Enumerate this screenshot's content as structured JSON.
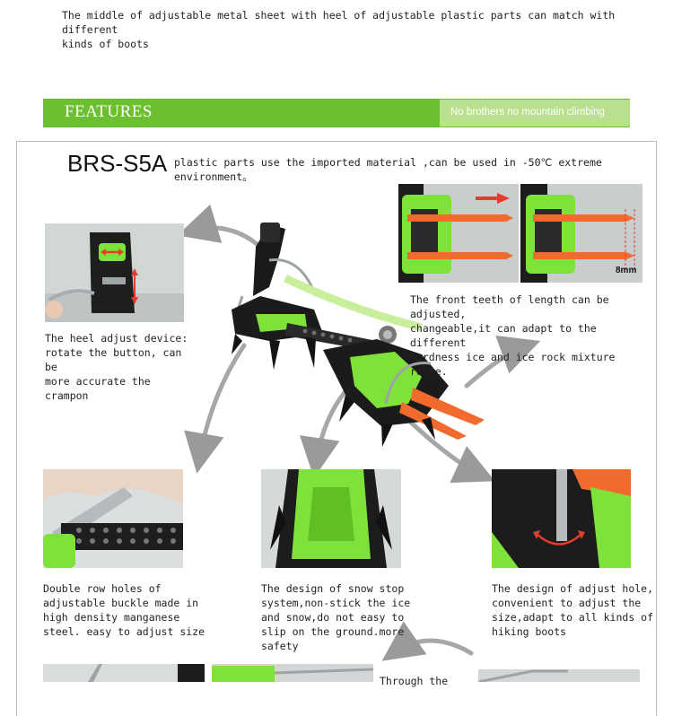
{
  "intro": {
    "line1": "The middle of adjustable metal sheet with heel of adjustable plastic parts can match with different",
    "line2": "kinds of boots"
  },
  "features": {
    "title": "FEATURES",
    "tagline": "No brothers no mountain climbing"
  },
  "product": {
    "model": "BRS-S5A",
    "material_note": "plastic parts use the imported material ,can be used in -50℃ extreme environment。"
  },
  "front_teeth": {
    "measure_label": "8mm",
    "caption": [
      "The front teeth of length can be adjusted,",
      "changeable,it can adapt to the different",
      "hardness ice and ice rock mixture route."
    ]
  },
  "heel_adjust": {
    "caption": [
      "The heel adjust device:",
      "rotate the button, can be",
      "more accurate the crampon"
    ]
  },
  "buckle_holes": {
    "caption": [
      "Double row holes of",
      "adjustable buckle made in",
      "high density manganese",
      "steel. easy to adjust size"
    ]
  },
  "snow_stop": {
    "caption": [
      "The design of snow stop",
      "system,non-stick the ice",
      "and snow,do not easy to",
      "slip on the ground.more",
      "safety"
    ]
  },
  "adjust_hole": {
    "caption": [
      "The design of adjust hole,",
      "convenient to adjust the",
      "size,adapt to all kinds of",
      "hiking boots"
    ]
  },
  "bottom_row": {
    "partial_caption": "Through the"
  },
  "colors": {
    "brand_green": "#6cbf2f",
    "light_green": "#b9e08f",
    "crampon_green": "#7ee23a",
    "teeth_orange": "#f26a2e",
    "arrow_red": "#e53b2c"
  }
}
